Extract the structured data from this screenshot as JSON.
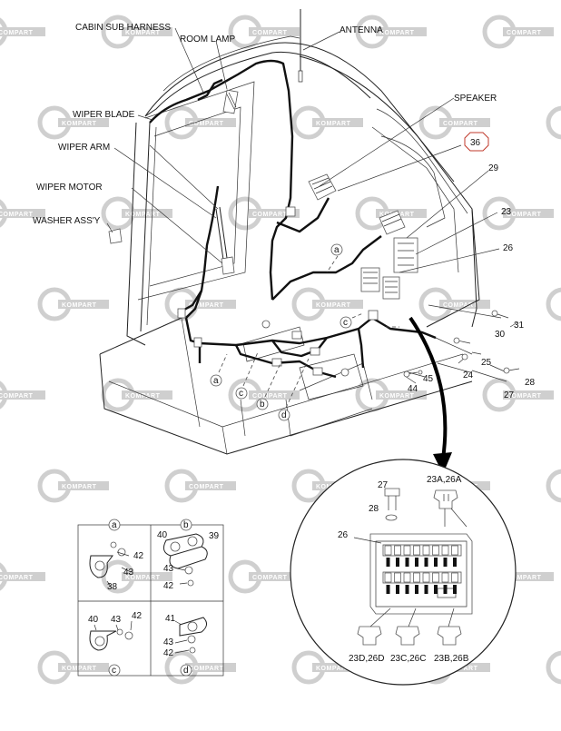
{
  "brand": {
    "watermark_text": "COMPART",
    "watermark_text_alt": "KOMPART",
    "watermark_color": "#cfcfcf",
    "highlight_color": "#c0392b"
  },
  "callouts": {
    "cabin_sub_harness": "CABIN SUB HARNESS",
    "room_lamp": "ROOM LAMP",
    "antenna": "ANTENNA",
    "wiper_blade": "WIPER BLADE",
    "speaker": "SPEAKER",
    "wiper_arm": "WIPER ARM",
    "wiper_motor": "WIPER MOTOR",
    "washer_assy": "WASHER ASS'Y"
  },
  "part_numbers": {
    "p36": "36",
    "p29": "29",
    "p23": "23",
    "p26": "26",
    "p31": "31",
    "p30": "30",
    "p25": "25",
    "p24": "24",
    "p28": "28",
    "p27": "27",
    "p45": "45",
    "p44": "44"
  },
  "section_letters": {
    "a": "a",
    "b": "b",
    "c": "c",
    "d": "d"
  },
  "clamp_details": {
    "a": {
      "letter": "a",
      "parts": [
        "42",
        "43",
        "38"
      ]
    },
    "b": {
      "letter": "b",
      "parts": [
        "40",
        "39",
        "43",
        "42"
      ]
    },
    "c": {
      "letter": "c",
      "parts": [
        "40",
        "43",
        "42"
      ]
    },
    "d": {
      "letter": "d",
      "parts": [
        "41",
        "43",
        "42"
      ]
    }
  },
  "fuse_box_detail": {
    "labels": {
      "p27": "27",
      "p28": "28",
      "p26": "26",
      "fuse_23a": "23A,26A",
      "fuse_23d": "23D,26D",
      "fuse_23c": "23C,26C",
      "fuse_23b": "23B,26B"
    }
  }
}
